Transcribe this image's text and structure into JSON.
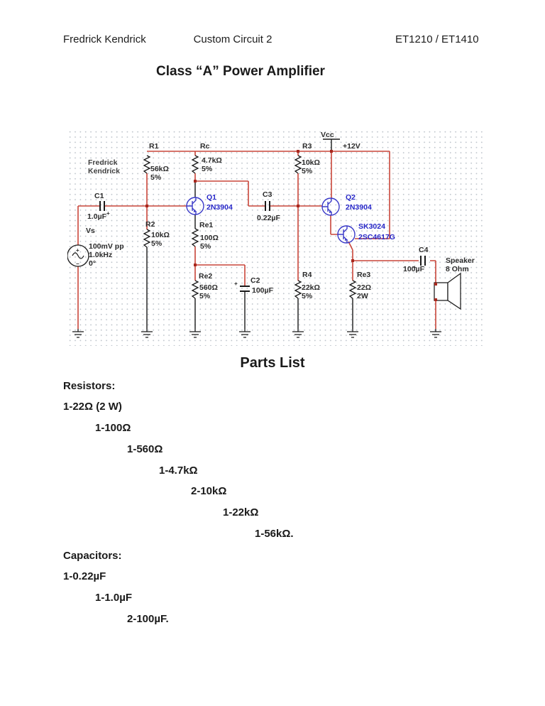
{
  "header": {
    "author": "Fredrick Kendrick",
    "doc_name": "Custom Circuit 2",
    "course": "ET1210 / ET1410"
  },
  "title": "Class “A” Power Amplifier",
  "colors": {
    "wire_red": "#c9463a",
    "device_blue": "#2f2fc4",
    "label_dark": "#2b2b2b",
    "grid_dot": "#bfc5cc"
  },
  "circuit": {
    "note_line1": "Fredrick",
    "note_line2": "Kendrick",
    "vcc_label": "Vcc",
    "vcc_value": "+12V",
    "r1": {
      "id": "R1",
      "value": "56kΩ",
      "tol": "5%"
    },
    "rc": {
      "id": "Rc",
      "value": "4.7kΩ",
      "tol": "5%"
    },
    "r2": {
      "id": "R2",
      "value": "10kΩ",
      "tol": "5%"
    },
    "r3": {
      "id": "R3",
      "value": "10kΩ",
      "tol": "5%"
    },
    "r4": {
      "id": "R4",
      "value": "22kΩ",
      "tol": "5%"
    },
    "re1": {
      "id": "Re1",
      "value": "100Ω",
      "tol": "5%"
    },
    "re2": {
      "id": "Re2",
      "value": "560Ω",
      "tol": "5%"
    },
    "re3": {
      "id": "Re3",
      "value": "22Ω",
      "tol": "2W"
    },
    "c1": {
      "id": "C1",
      "value": "1.0µF"
    },
    "c2": {
      "id": "C2",
      "value": "100µF"
    },
    "c3": {
      "id": "C3",
      "value": "0.22µF"
    },
    "c4": {
      "id": "C4",
      "value": "100µF"
    },
    "q1": {
      "id": "Q1",
      "part": "2N3904"
    },
    "q2": {
      "id": "Q2",
      "part": "2N3904"
    },
    "q3": {
      "id": "SK3024",
      "part": "2SC4617G"
    },
    "vs": {
      "id": "Vs",
      "line1": "100mV pp",
      "line2": "1.0kHz",
      "line3": "0°"
    },
    "speaker": {
      "id": "Speaker",
      "value": "8 Ohm"
    },
    "marks": {
      "plus": "+",
      "minus": "−"
    }
  },
  "parts_list": {
    "title": "Parts List",
    "resistors": {
      "heading": "Resistors:",
      "items": [
        "1-22Ω (2 W)",
        "1-100Ω",
        "1-560Ω",
        "1-4.7kΩ",
        "2-10kΩ",
        "1-22kΩ",
        "1-56kΩ."
      ]
    },
    "capacitors": {
      "heading": "Capacitors:",
      "items": [
        "1-0.22µF",
        "1-1.0µF",
        "2-100µF."
      ]
    }
  }
}
